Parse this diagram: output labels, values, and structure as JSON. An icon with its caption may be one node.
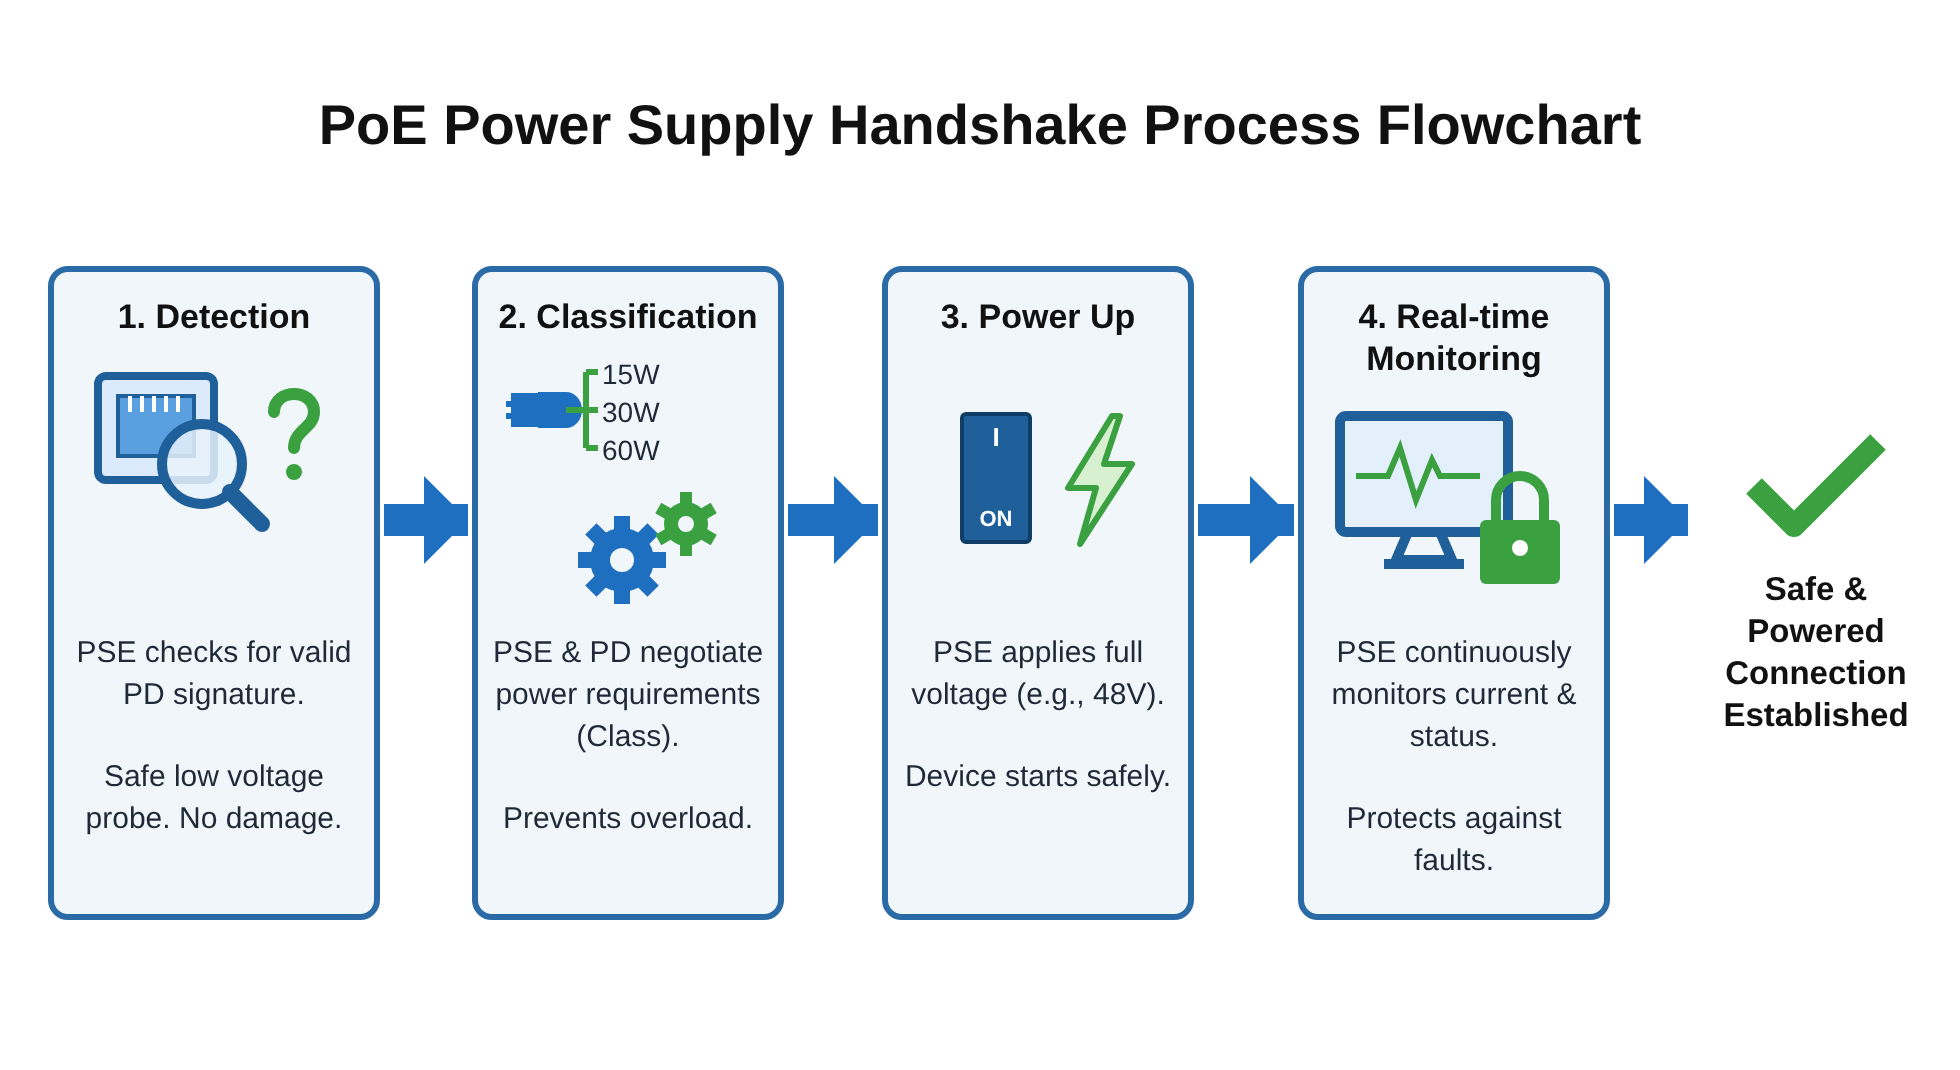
{
  "diagram": {
    "title": "PoE Power Supply Handshake Process Flowchart",
    "nodes": [
      {
        "text": [
          "1. Detection",
          "PSE checks for valid PD signature.",
          "Safe low voltage probe. No damage."
        ]
      },
      {
        "text": [
          "2. Classification",
          "PSE & PD negotiate power requirements (Class).",
          "Prevents overload."
        ]
      },
      {
        "text": [
          "3. Power Up",
          "PSE applies full voltage (e.g., 48V).",
          "Device starts safely."
        ]
      },
      {
        "text": [
          "4. Real-time Monitoring",
          "PSE continuously monitors current & status.",
          "Protects against faults."
        ]
      },
      {
        "text": [
          "Safe & Powered Connection Established"
        ]
      }
    ],
    "edges": [
      {
        "from": 0,
        "to": 1,
        "arrow": "to"
      },
      {
        "from": 1,
        "to": 2,
        "arrow": "to"
      },
      {
        "from": 2,
        "to": 3,
        "arrow": "to"
      },
      {
        "from": 3,
        "to": 4,
        "arrow": "to"
      }
    ],
    "labels": [
      "15W",
      "30W",
      "60W",
      "I",
      "ON"
    ]
  }
}
